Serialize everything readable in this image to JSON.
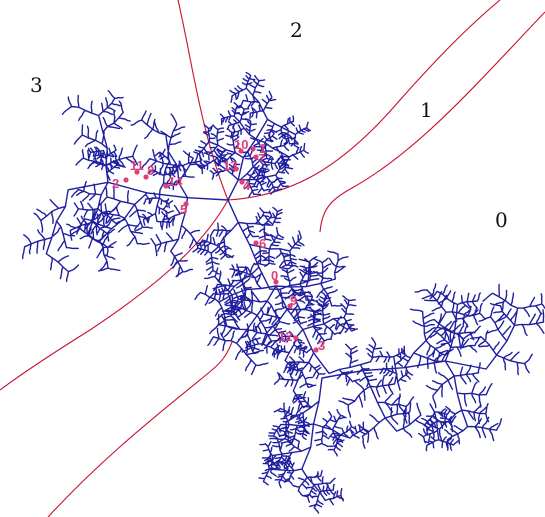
{
  "colors": {
    "background": "#ffffff",
    "julia_set": "#1f1fa0",
    "rays": "#c8102e",
    "point_labels": "#e0407a",
    "region_labels": "#111111"
  },
  "region_labels": {
    "r0": "0",
    "r1": "1",
    "r2": "2",
    "r3": "3"
  },
  "point_labels": {
    "p0": "0",
    "p1": "1",
    "p2": "2",
    "p3": "3",
    "p4": "4",
    "p5": "5",
    "p6": "6",
    "p7": "7",
    "p8": "8",
    "p9": "9",
    "p10": "10",
    "p11": "11",
    "p12": "12",
    "p13": "13",
    "p14": "14"
  }
}
